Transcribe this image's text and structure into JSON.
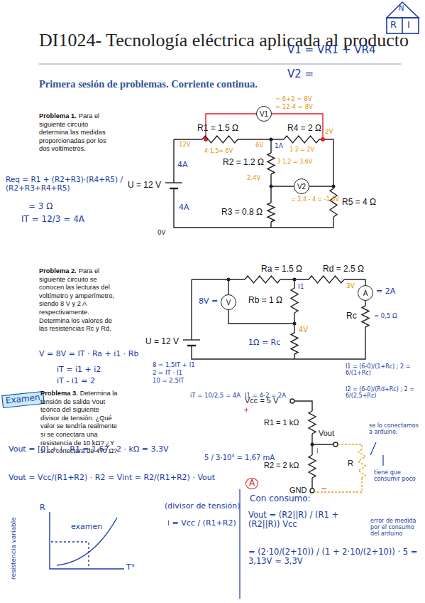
{
  "diagram": {
    "title": "DI1024- Tecnología eléctrica aplicada al producto",
    "nodes": [
      {
        "text": [
          "V1"
        ]
      },
      {
        "text": [
          "V2"
        ]
      },
      {
        "text": [
          "V"
        ]
      },
      {
        "text": [
          "A"
        ]
      }
    ],
    "labels": [
      "Primera sesión de problemas. Corriente continua.",
      "Problema 1.",
      "Para el siguiente circuito determina las medidas proporcionadas por los dos voltímetros.",
      "R1 = 1.5 Ω",
      "R4 = 2 Ω",
      "R2 = 1.2 Ω",
      "U = 12 V",
      "R3 = 0.8 Ω",
      "R5 = 4 Ω",
      "V1 = VR1 + VR4",
      "V2 =",
      "= 6+2 = 8V",
      "= 12-4 = 8V",
      "12V",
      "6V",
      "1A",
      "2V",
      "4·1,5= 6V",
      "1·2 = 2V",
      "3·1,2 = 3,6V",
      "2,4V",
      "= 2,4 - 4 = -1,6V",
      "4A",
      "4A",
      "0V",
      "Req = R1 + (R2+R3)·(R4+R5) / (R2+R3+R4+R5)",
      "= 3 Ω",
      "IT = 12/3 = 4A",
      "Problema 2.",
      "Para el siguiente circuito se conocen las lecturas del voltímetro y amperímetro, siendo 8 V y 2 A respectivamente. Determina los valores de las resistencias Rc y Rd.",
      "Ra = 1.5 Ω",
      "Rd = 2.5 Ω",
      "Rb = 1 Ω",
      "U = 12 V",
      "Rc",
      "8V =",
      "I1",
      "3V",
      "= 2A",
      "4V",
      "1Ω = Rc",
      "= 0,5 Ω",
      "V = 8V = IT · Ra + i1 · Rb",
      "iT = i1 + i2",
      "iT - i1 = 2",
      "8 = 1,5IT + I1",
      "2 = IT - I1",
      "10 = 2,5IT",
      "iT = 10/2,5 = 4A",
      "I1 = 4-2 = 2A",
      "I1 = (6-0)/(1+Rc) ; 2 = 6/(1+Rc)",
      "I2 = (6-0)/(Rd+Rc) ; 2 = 6/(2,5+Rc)",
      "Examen",
      "Problema 3.",
      "Determina la tensión de salida Vout teórica del siguiente divisor de tensión. ¿Qué valor se tendría realmente si se conectara una resistencia de 10 kΩ? ¿Y si se conectara de 470 Ω?",
      "Vcc = 5 V",
      "R1 = 1 kΩ",
      "Vout",
      "GND",
      "R2 = 2 kΩ",
      "R",
      "se lo conectamos a arduino.",
      "i",
      "tiene que consumir poco",
      "+",
      "−",
      "5 / 3·10³ = 1,67 mA",
      "Vout = [0] + i · R1 = 1,67 · 2 · kΩ = 3,3V",
      "Vout = Vcc/(R1+R2) · R2 = Vint = R2/(R1+R2) · Vout",
      "(divisor de tensión)",
      "i = Vcc / (R1+R2)",
      "A",
      "Con consumo:",
      "Vout = (R2||R) / (R1 + (R2||R)) Vcc",
      "= (2·10/(2+10)) / (1 + 2·10/(2+10)) · 5 = 3,13V ≈ 3,3V",
      "error de medida por el consumo del arduino",
      "R",
      "T°",
      "examen",
      "resistencia variable",
      "N",
      "R",
      "I"
    ]
  }
}
